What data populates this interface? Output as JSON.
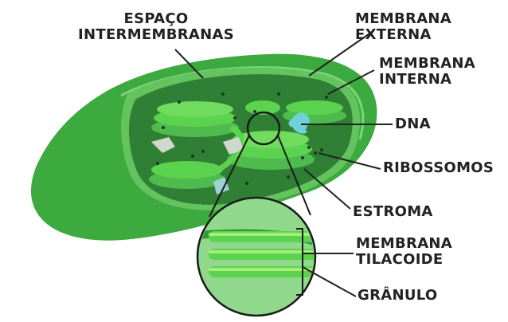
{
  "diagram": {
    "labels": {
      "espaco_intermembranas": [
        "ESPAÇO",
        "INTERMEMBRANAS"
      ],
      "membrana_externa": [
        "MEMBRANA",
        "EXTERNA"
      ],
      "membrana_interna": [
        "MEMBRANA",
        "INTERNA"
      ],
      "dna": "DNA",
      "ribossomos": "RIBOSSOMOS",
      "estroma": "ESTROMA",
      "membrana_tilacoide": [
        "MEMBRANA",
        "TILACOIDE"
      ],
      "granulo": "GRÂNULO"
    },
    "colors": {
      "outer_membrane": "#3daa3f",
      "inner_membrane": "#62c35f",
      "intermembrane_space": "#4fbb4e",
      "stroma": "#2f7f35",
      "thylakoid": "#5bd34f",
      "thylakoid_highlight": "#a5ee78",
      "zoom_circle": "#8fd88c",
      "dna": "#6fd0d8",
      "ribosome": "#1c3b1e",
      "leader_line": "#222222",
      "label_text": "#222222"
    }
  }
}
